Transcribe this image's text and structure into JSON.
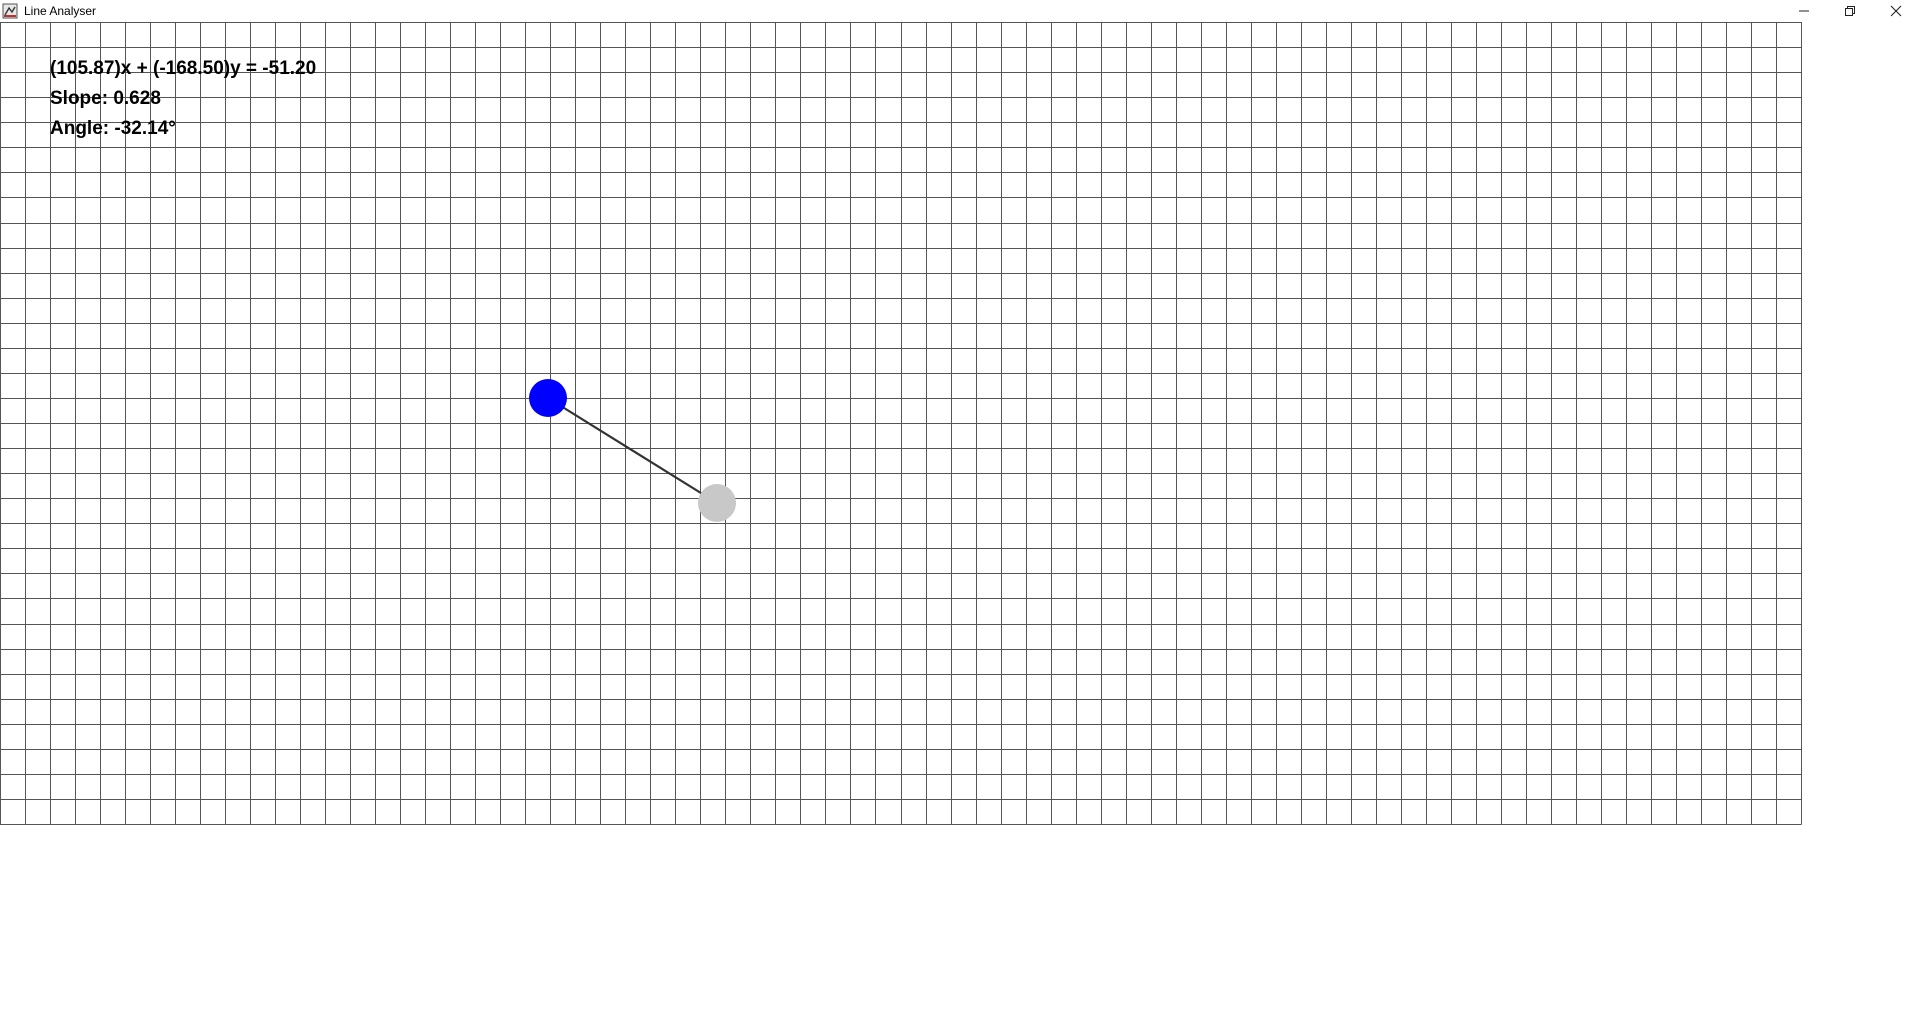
{
  "window": {
    "title": "Line Analyser",
    "controls": {
      "minimize": "minimize-icon",
      "maximize": "restore-icon",
      "close": "close-icon"
    }
  },
  "readout": {
    "equation": "(105.87)x + (-168.50)y = -51.20",
    "slope": "Slope: 0.628",
    "angle": "Angle: -32.14°"
  },
  "points": {
    "start": {
      "color": "#0000ff"
    },
    "end": {
      "color": "#c8c8c8"
    }
  },
  "colors": {
    "grid": "#555555",
    "line": "#333333",
    "background": "#ffffff"
  }
}
